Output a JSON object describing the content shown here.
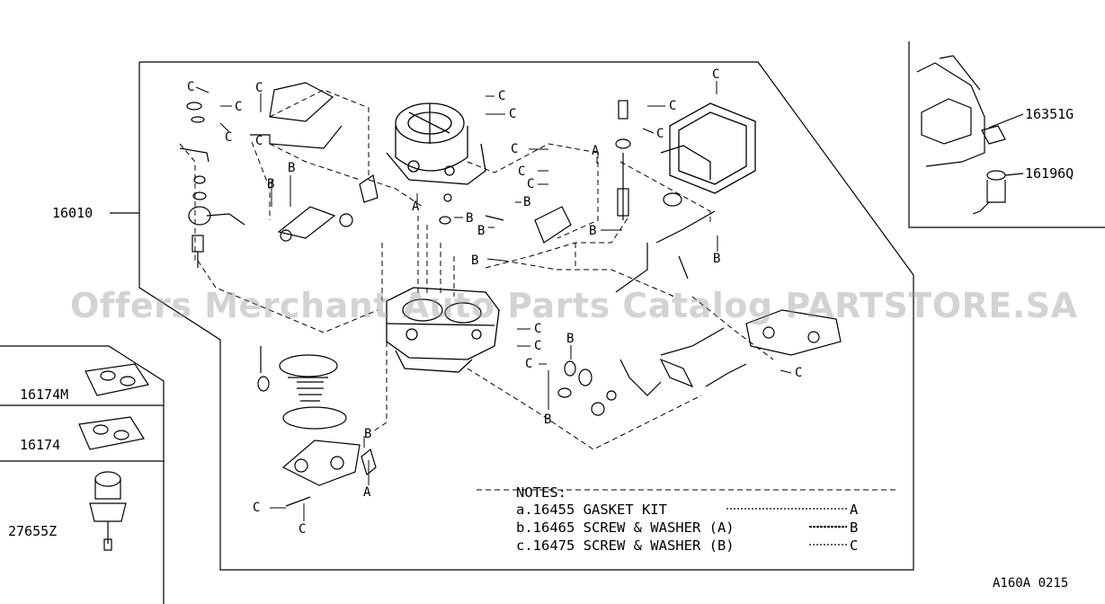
{
  "parts": {
    "main_assembly": "16010",
    "gasket_m": "16174M",
    "gasket": "16174",
    "dashpot": "27655Z",
    "fuel_filter": "16351G",
    "fuel_sensor": "16196Q"
  },
  "callouts": {
    "a": "A",
    "b": "B",
    "c": "C"
  },
  "notes": {
    "title": "NOTES:",
    "line_a": "a.16455 GASKET KIT ",
    "line_a_end": "A",
    "line_b": "b.16465 SCREW & WASHER (A)",
    "line_b_end": "B",
    "line_c": "c.16475 SCREW & WASHER (B)",
    "line_c_end": "C"
  },
  "watermark": "Offers Merchant Auto Parts Catalog PARTSTORE.SA",
  "figure_code": "A160A 0215"
}
